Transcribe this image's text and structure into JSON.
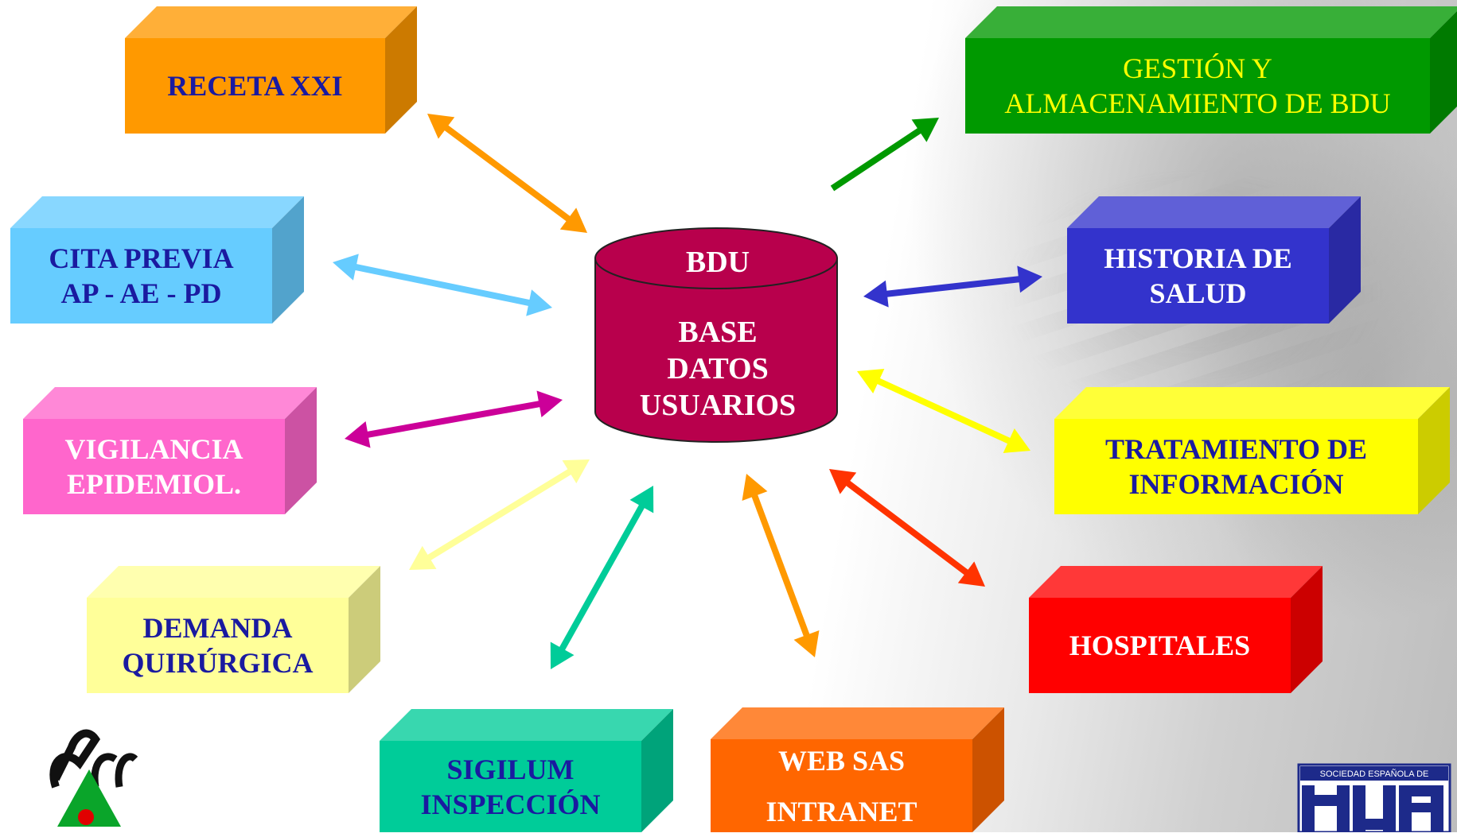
{
  "center": {
    "title": "BDU",
    "lines": [
      "BASE",
      "DATOS",
      "USUARIOS"
    ],
    "color": "#B8004C"
  },
  "nodes": [
    {
      "id": "receta-xxi",
      "lines": [
        "RECETA XXI"
      ],
      "color": "#FF9900",
      "text_color": "#1A1AA0"
    },
    {
      "id": "cita-previa",
      "lines": [
        "CITA PREVIA",
        "AP - AE - PD"
      ],
      "color": "#66CCFF",
      "text_color": "#1A1AA0"
    },
    {
      "id": "vigilancia",
      "lines": [
        "VIGILANCIA",
        "EPIDEMIOL."
      ],
      "color": "#FF66CC",
      "text_color": "#FFFFFF"
    },
    {
      "id": "demanda",
      "lines": [
        "DEMANDA",
        "QUIRÚRGICA"
      ],
      "color": "#FFFF99",
      "text_color": "#1A1AA0"
    },
    {
      "id": "sigilum",
      "lines": [
        "SIGILUM",
        "INSPECCIÓN"
      ],
      "color": "#00CC99",
      "text_color": "#1A1AA0"
    },
    {
      "id": "web-sas",
      "lines": [
        "WEB SAS",
        "INTRANET"
      ],
      "color": "#FF6600",
      "text_color": "#FFFFFF"
    },
    {
      "id": "hospitales",
      "lines": [
        "HOSPITALES"
      ],
      "color": "#FF0000",
      "text_color": "#FFFFFF"
    },
    {
      "id": "tratamiento",
      "lines": [
        "TRATAMIENTO DE",
        "INFORMACIÓN"
      ],
      "color": "#FFFF00",
      "text_color": "#1A1AA0"
    },
    {
      "id": "historia",
      "lines": [
        "HISTORIA DE",
        "SALUD"
      ],
      "color": "#3333CC",
      "text_color": "#FFFFFF"
    },
    {
      "id": "gestion",
      "lines": [
        "GESTIÓN Y",
        "ALMACENAMIENTO DE BDU"
      ],
      "color": "#009900",
      "text_color": "#FFFF00"
    }
  ],
  "arrow_colors": {
    "receta-xxi": "#FF9900",
    "cita-previa": "#66CCFF",
    "vigilancia": "#CC0099",
    "demanda": "#FFFF99",
    "sigilum": "#00CC99",
    "web-sas": "#FF9900",
    "hospitales": "#FF3300",
    "tratamiento": "#FFFF00",
    "historia": "#3333CC",
    "gestion": "#009900"
  },
  "logos": {
    "left": "sas-logo",
    "right": "sociedad-espanola-logo",
    "right_caption": "SOCIEDAD ESPAÑOLA DE"
  }
}
